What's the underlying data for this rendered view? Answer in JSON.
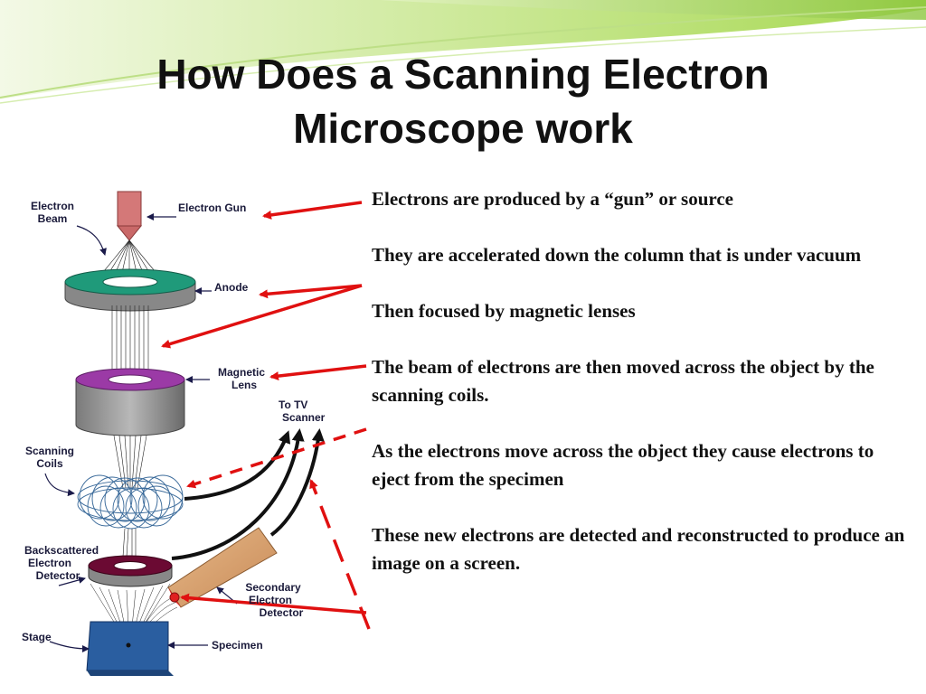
{
  "slide": {
    "title_line1": "How Does a Scanning Electron",
    "title_line2": "Microscope work"
  },
  "diagram": {
    "labels": {
      "electron_beam_1": "Electron",
      "electron_beam_2": "Beam",
      "electron_gun": "Electron Gun",
      "anode": "Anode",
      "magnetic_lens_1": "Magnetic",
      "magnetic_lens_2": "Lens",
      "to_tv_1": "To TV",
      "to_tv_2": "Scanner",
      "scanning_coils_1": "Scanning",
      "scanning_coils_2": "Coils",
      "backscattered_1": "Backscattered",
      "backscattered_2": "Electron",
      "backscattered_3": "Detector",
      "secondary_1": "Secondary",
      "secondary_2": "Electron",
      "secondary_3": "Detector",
      "stage": "Stage",
      "specimen": "Specimen"
    }
  },
  "steps": [
    "Electrons are produced by a “gun” or source",
    "They are accelerated down the column that is under vacuum",
    "Then focused by magnetic lenses",
    "The beam of electrons are then moved across the object by the scanning coils.",
    "As the electrons move across the object they cause electrons to eject from the specimen",
    "These new electrons are detected and reconstructed to produce an image on a screen."
  ],
  "colors": {
    "arrow_red": "#e01010",
    "anode_green": "#1f9a7a",
    "lens_purple": "#9b3aa6",
    "detector_maroon": "#6b0a33",
    "gun_pink": "#d47878",
    "stage_blue": "#2a5ea0",
    "secondary_tan": "#d8a070",
    "swoosh_green": "#a8d848"
  }
}
